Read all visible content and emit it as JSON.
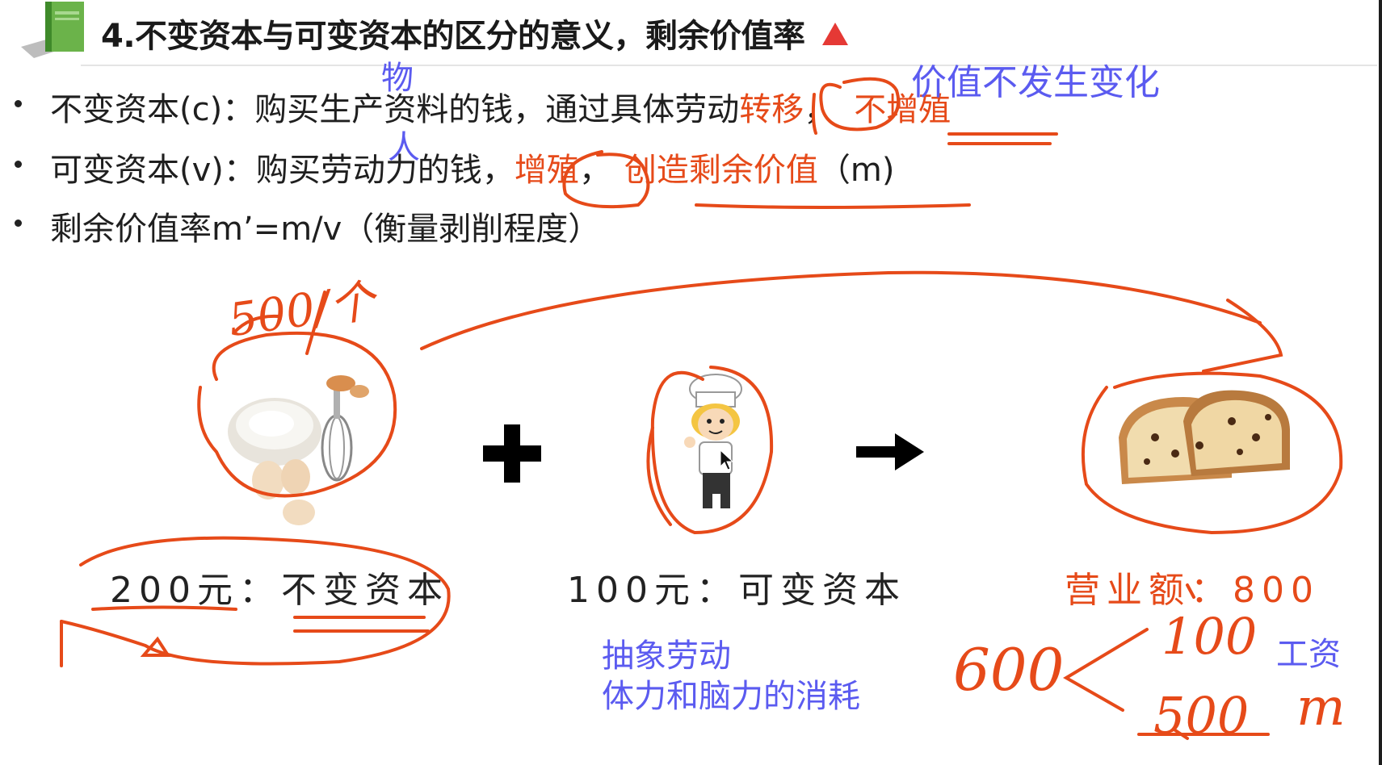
{
  "title": "4.不变资本与可变资本的区分的意义，剩余价值率",
  "bullets": [
    {
      "prefix": "不变资本(c)：购买生产资料的钱，通过具体劳动",
      "hl1": "转移",
      "sep": "，",
      "hl2": "不增殖",
      "suffix": ""
    },
    {
      "prefix": "可变资本(v)：购买劳动力的钱，",
      "hl1": "增殖",
      "sep": "，",
      "hl2": "创造剩余价值",
      "suffix": "（m)"
    },
    {
      "prefix": "剩余价值率m’=m/v（衡量剥削程度）",
      "hl1": "",
      "sep": "",
      "hl2": "",
      "suffix": ""
    }
  ],
  "annotations": {
    "wu": "物",
    "ren": "人",
    "value_unchanged": "价值不发生变化",
    "abstract_labor_1": "抽象劳动",
    "abstract_labor_2": "体力和脑力的消耗",
    "wage": "工资",
    "hw_500": "500/个",
    "hw_600": "600",
    "hw_100": "100",
    "hw_500b": "500",
    "hw_m": "m"
  },
  "captions": {
    "constant": "200元：不变资本",
    "variable": "100元：可变资本",
    "revenue": "营业额：800"
  },
  "icons": {
    "book": "green-book-icon",
    "triangle": "red-triangle-icon",
    "ingredients": "flour-eggs-whisk-image",
    "chef": "chef-cartoon-image",
    "bread": "raisin-bread-image",
    "plus": "plus-icon",
    "arrow": "right-arrow-icon",
    "cursor": "mouse-cursor-icon"
  },
  "colors": {
    "annotation_red": "#e64a19",
    "annotation_blue": "#5b5bf0",
    "text": "#1f1f1f",
    "book_green": "#6bb34a"
  }
}
